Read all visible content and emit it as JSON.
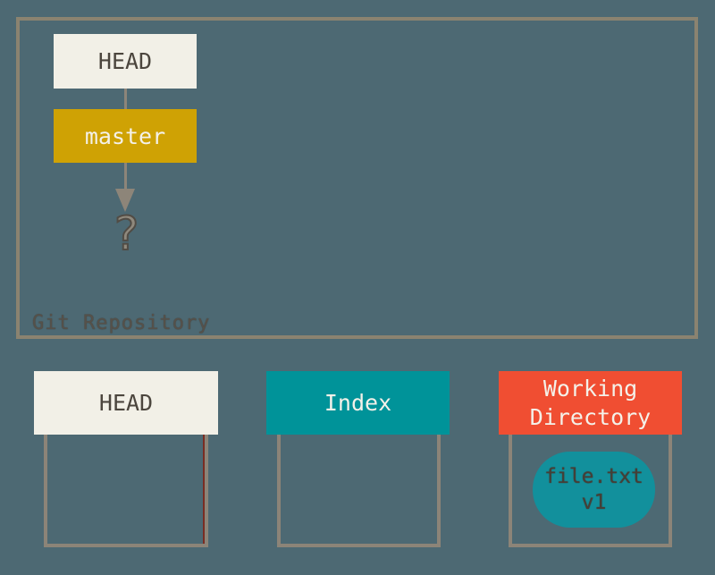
{
  "colors": {
    "background": "#4D6973",
    "repo_border": "#8B8370",
    "tree_border": "#8C8478",
    "cream_box": "#F2F0E7",
    "gold_box": "#CFA204",
    "teal_box": "#009399",
    "blob_teal": "#12909C",
    "red_orange_box": "#F04E32",
    "dark_text": "#4C463E",
    "light_text": "#F4F1E9",
    "arrow_gray": "#8D8579",
    "red_accent_line": "#7A2D23",
    "repo_label_text": "#55514A"
  },
  "repository": {
    "label": "Git Repository",
    "head_label": "HEAD",
    "branch_label": "master",
    "question_mark": "?"
  },
  "trees": [
    {
      "label": "HEAD"
    },
    {
      "label": "Index"
    },
    {
      "label": "Working Directory"
    }
  ],
  "file_blob": {
    "line1": "file.txt",
    "line2": "v1"
  }
}
